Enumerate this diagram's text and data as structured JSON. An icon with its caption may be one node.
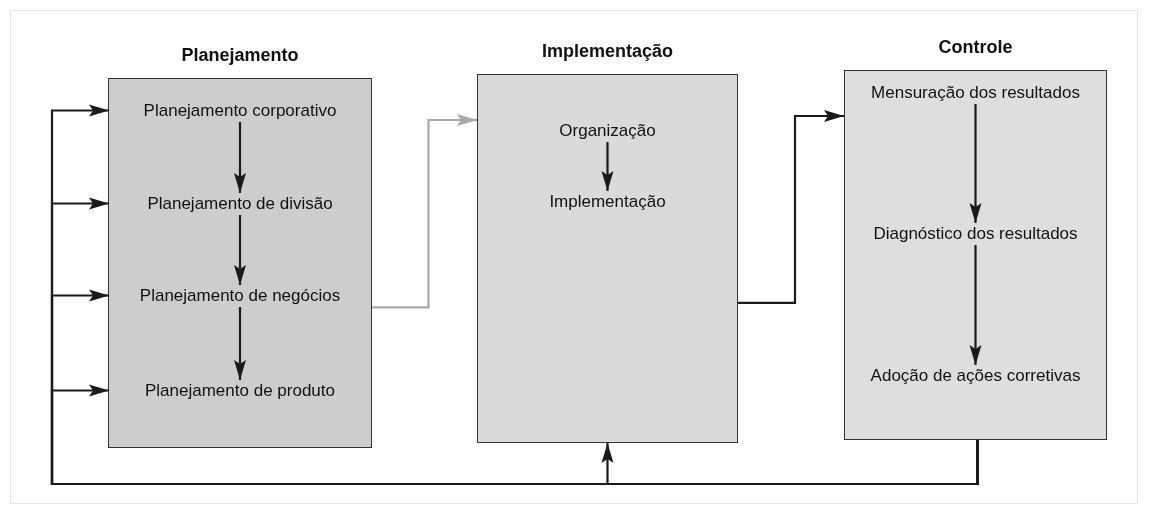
{
  "diagram": {
    "nodes": [
      {
        "text": [
          "Planejamento"
        ]
      },
      {
        "text": [
          "Planejamento corporativo"
        ],
        "in": 0
      },
      {
        "text": [
          "Planejamento de divisão"
        ],
        "in": 0
      },
      {
        "text": [
          "Planejamento de negócios"
        ],
        "in": 0
      },
      {
        "text": [
          "Planejamento de produto"
        ],
        "in": 0
      },
      {
        "text": [
          "Implementação"
        ]
      },
      {
        "text": [
          "Organização"
        ],
        "in": 5
      },
      {
        "text": [
          "Implementação"
        ],
        "in": 5
      },
      {
        "text": [
          "Controle"
        ]
      },
      {
        "text": [
          "Mensuração dos resultados"
        ],
        "in": 8
      },
      {
        "text": [
          "Diagnóstico dos resultados"
        ],
        "in": 8
      },
      {
        "text": [
          "Adoção de ações corretivas"
        ],
        "in": 8
      }
    ],
    "edges": [
      {
        "from": 1,
        "to": 2,
        "arrow": "to"
      },
      {
        "from": 2,
        "to": 3,
        "arrow": "to"
      },
      {
        "from": 3,
        "to": 4,
        "arrow": "to"
      },
      {
        "from": 0,
        "to": 5,
        "arrow": "to",
        "color": "#aaaaaa"
      },
      {
        "from": 6,
        "to": 7,
        "arrow": "to"
      },
      {
        "from": 5,
        "to": 8,
        "arrow": "to"
      },
      {
        "from": 9,
        "to": 10,
        "arrow": "to"
      },
      {
        "from": 10,
        "to": 11,
        "arrow": "to"
      },
      {
        "from": 8,
        "to": 1,
        "arrow": "to"
      },
      {
        "from": 8,
        "to": 2,
        "arrow": "to"
      },
      {
        "from": 8,
        "to": 3,
        "arrow": "to"
      },
      {
        "from": 8,
        "to": 4,
        "arrow": "to"
      },
      {
        "from": 8,
        "to": 5,
        "arrow": "to"
      }
    ]
  }
}
